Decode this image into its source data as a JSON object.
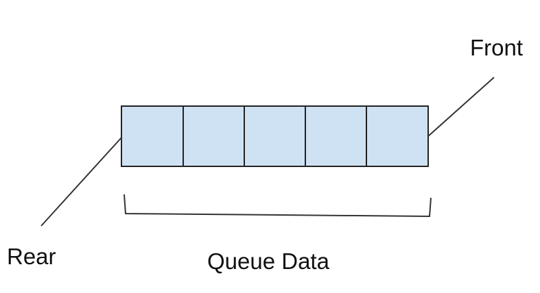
{
  "labels": {
    "front": "Front",
    "rear": "Rear",
    "queue_data": "Queue Data"
  },
  "queue": {
    "cell_count": 5
  },
  "colors": {
    "cell_fill": "#cfe2f3",
    "outline": "#222222",
    "text": "#111111"
  }
}
